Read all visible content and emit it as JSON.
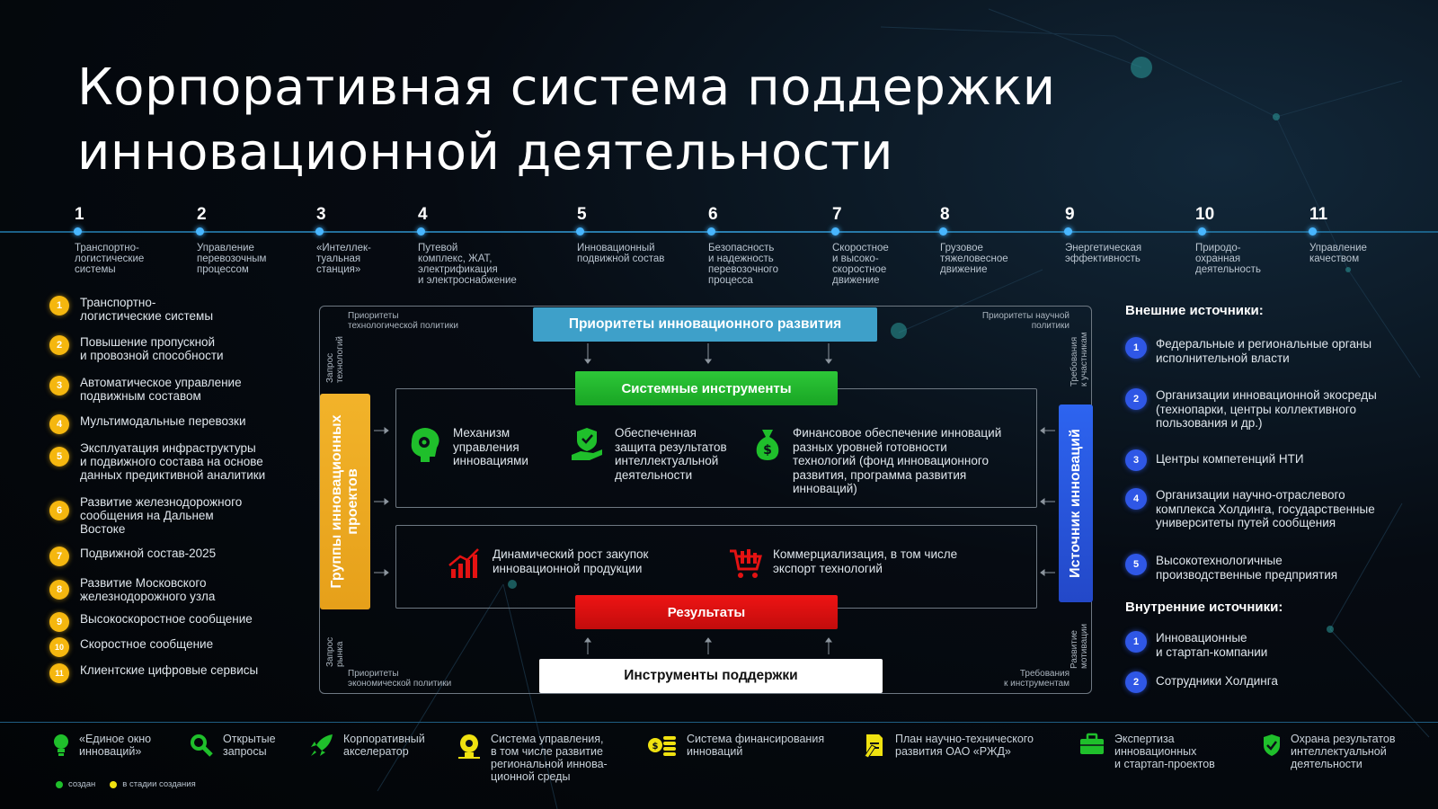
{
  "title": "Корпоративная система поддержки\nинновационной деятельности",
  "colors": {
    "green": "#1fbf2b",
    "yellow": "#f5b70f",
    "blue": "#2f57e6",
    "red": "#e41212",
    "teal": "#3ea0c9"
  },
  "timeline": [
    {
      "num": "1",
      "label": "Транспортно-\nлогистические\nсистемы"
    },
    {
      "num": "2",
      "label": "Управление\nперевозочным\nпроцессом"
    },
    {
      "num": "3",
      "label": "«Интеллек-\nтуальная\nстанция»"
    },
    {
      "num": "4",
      "label": "Путевой\nкомплекс, ЖАТ,\nэлектрификация\nи электроснабжение"
    },
    {
      "num": "5",
      "label": "Инновационный\nподвижной состав"
    },
    {
      "num": "6",
      "label": "Безопасность\nи надежность\nперевозочного\nпроцесса"
    },
    {
      "num": "7",
      "label": "Скоростное\nи высоко-\nскоростное\nдвижение"
    },
    {
      "num": "8",
      "label": "Грузовое\nтяжеловесное\nдвижение"
    },
    {
      "num": "9",
      "label": "Энергетическая\nэффективность"
    },
    {
      "num": "10",
      "label": "Природо-\nохранная\nдеятельность"
    },
    {
      "num": "11",
      "label": "Управление\nкачеством"
    }
  ],
  "left_list": [
    {
      "num": "1",
      "text": "Транспортно-\nлогистические системы"
    },
    {
      "num": "2",
      "text": "Повышение пропускной\nи провозной способности"
    },
    {
      "num": "3",
      "text": "Автоматическое управление\nподвижным составом"
    },
    {
      "num": "4",
      "text": "Мультимодальные перевозки"
    },
    {
      "num": "5",
      "text": "Эксплуатация инфраструктуры\nи подвижного состава на основе\nданных предиктивной аналитики"
    },
    {
      "num": "6",
      "text": "Развитие железнодорожного\nсообщения на Дальнем\nВостоке"
    },
    {
      "num": "7",
      "text": "Подвижной состав-2025"
    },
    {
      "num": "8",
      "text": "Развитие Московского\nжелезнодорожного узла"
    },
    {
      "num": "9",
      "text": "Высокоскоростное сообщение"
    },
    {
      "num": "10",
      "text": "Скоростное сообщение"
    },
    {
      "num": "11",
      "text": "Клиентские цифровые сервисы"
    }
  ],
  "right": {
    "external_title": "Внешние источники:",
    "external": [
      {
        "num": "1",
        "text": "Федеральные и региональные органы\nисполнительной власти"
      },
      {
        "num": "2",
        "text": "Организации инновационной экосреды\n(технопарки, центры коллективного\nпользования и др.)"
      },
      {
        "num": "3",
        "text": "Центры компетенций НТИ"
      },
      {
        "num": "4",
        "text": "Организации научно-отраслевого\nкомплекса Холдинга, государственные\nуниверситеты путей сообщения"
      },
      {
        "num": "5",
        "text": "Высокотехнологичные\nпроизводственные предприятия"
      }
    ],
    "internal_title": "Внутренние источники:",
    "internal": [
      {
        "num": "1",
        "text": "Инновационные\nи стартап-компании"
      },
      {
        "num": "2",
        "text": "Сотрудники Холдинга"
      }
    ]
  },
  "diagram": {
    "priority_bar": "Приоритеты инновационного развития",
    "system_bar": "Системные инструменты",
    "results_bar": "Результаты",
    "support_bar": "Инструменты поддержки",
    "groups_col": "Группы инновационных\nпроектов",
    "source_col": "Источник инноваций",
    "corner_tl": "Приоритеты\nтехнологической политики",
    "corner_tr": "Приоритеты научной\nполитики",
    "corner_bl": "Приоритеты\nэкономической политики",
    "corner_br": "Требования\nк инструментам",
    "v_tl": "Запрос\nтехнологий",
    "v_tr": "Требования\nк участникам",
    "v_bl": "Запрос\nрынка",
    "v_br": "Развитие\nмотивации",
    "tools_top": [
      {
        "icon": "brain-gear-icon",
        "text": "Механизм\nуправления\nинновациями"
      },
      {
        "icon": "shield-hand-icon",
        "text": "Обеспеченная\nзащита результатов\nинтеллектуальной\nдеятельности"
      },
      {
        "icon": "money-bag-icon",
        "text": "Финансовое обеспечение инноваций\nразных уровней готовности\nтехнологий (фонд инновационного\nразвития, программа развития\nинноваций)"
      }
    ],
    "tools_bottom": [
      {
        "icon": "growth-chart-icon",
        "text": "Динамический рост закупок\nинновационной продукции"
      },
      {
        "icon": "shopping-cart-icon",
        "text": "Коммерциализация, в том числе\nэкспорт технологий"
      }
    ]
  },
  "bottom": [
    {
      "icon": "lightbulb-icon",
      "text": "«Единое окно\nинноваций»",
      "status": "green"
    },
    {
      "icon": "magnifier-icon",
      "text": "Открытые\nзапросы",
      "status": "green"
    },
    {
      "icon": "rocket-icon",
      "text": "Корпоративный\nакселератор",
      "status": "green"
    },
    {
      "icon": "bulb-gear-icon",
      "text": "Система управления,\nв том числе развитие\nрегиональной иннова-\nционной среды",
      "status": "yellow"
    },
    {
      "icon": "coins-icon",
      "text": "Система финансирования\nинноваций",
      "status": "yellow"
    },
    {
      "icon": "document-pen-icon",
      "text": "План научно-технического\nразвития ОАО «РЖД»",
      "status": "yellow"
    },
    {
      "icon": "briefcase-icon",
      "text": "Экспертиза\nинновационных\nи стартап-проектов",
      "status": "green"
    },
    {
      "icon": "shield-check-icon",
      "text": "Охрана результатов\nинтеллектуальной\nдеятельности",
      "status": "green"
    }
  ],
  "legend": {
    "created": "создан",
    "in_progress": "в стадии создания"
  }
}
